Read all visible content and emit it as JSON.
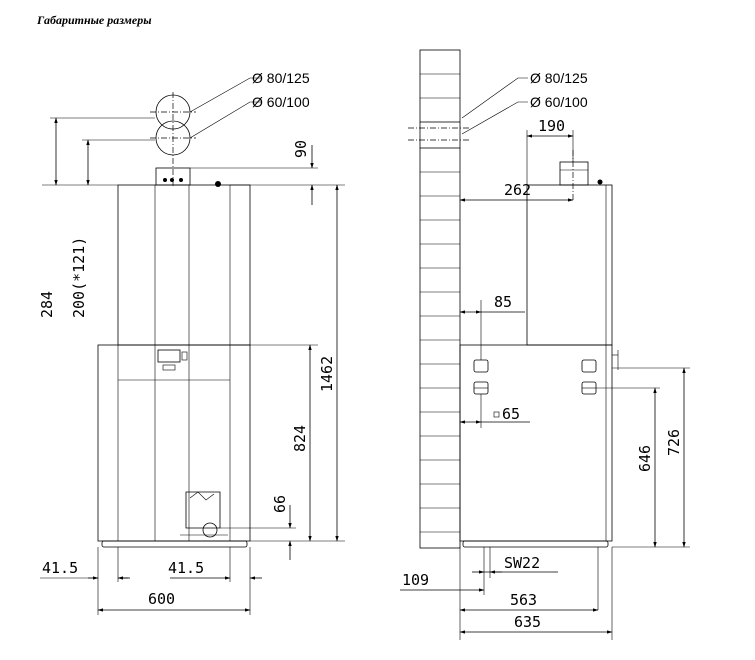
{
  "title": "Габаритные размеры",
  "front_view": {
    "flue_labels": [
      "Ø 80/125",
      "Ø 60/100"
    ],
    "dimensions": {
      "d90": "90",
      "d284": "284",
      "d200": "200(*121)",
      "d1462": "1462",
      "d824": "824",
      "d66": "66",
      "d41_left": "41.5",
      "d41_right": "41.5",
      "d600": "600"
    }
  },
  "side_view": {
    "flue_labels": [
      "Ø 80/125",
      "Ø 60/100"
    ],
    "dimensions": {
      "d190": "190",
      "d262": "262",
      "d85": "85",
      "d65": "65",
      "d646": "646",
      "d726": "726",
      "sw22": "SW22",
      "d109": "109",
      "d563": "563",
      "d635": "635"
    }
  }
}
